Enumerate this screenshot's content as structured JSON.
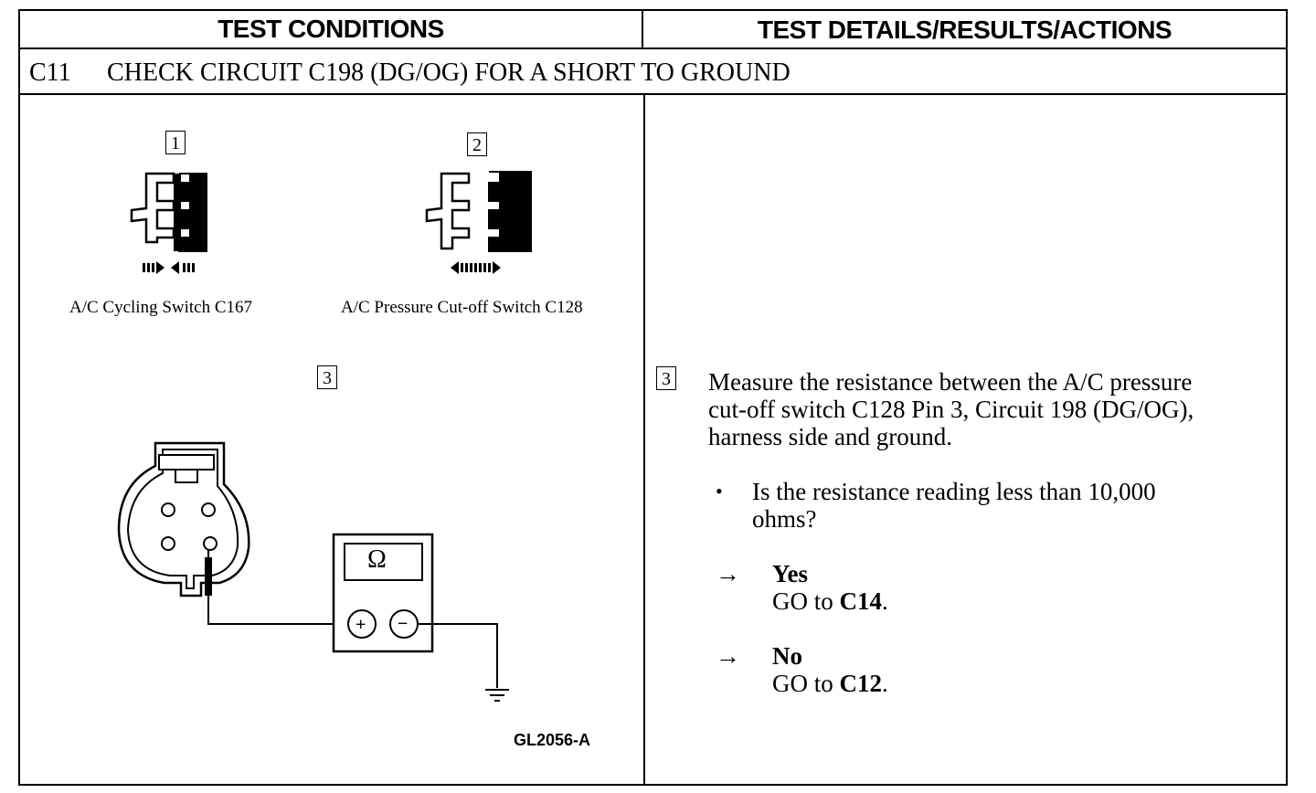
{
  "header": {
    "left": "TEST CONDITIONS",
    "right": "TEST DETAILS/RESULTS/ACTIONS"
  },
  "step": {
    "id": "C11",
    "title": "CHECK CIRCUIT C198 (DG/OG) FOR A SHORT TO GROUND"
  },
  "figures": {
    "fig1_num": "1",
    "fig1_caption": "A/C Cycling Switch C167",
    "fig2_num": "2",
    "fig2_caption": "A/C Pressure Cut-off Switch C128",
    "fig3_num": "3",
    "meter_symbol": "Ω",
    "plus": "+",
    "minus": "−",
    "figure_id": "GL2056-A"
  },
  "details": {
    "step_num": "3",
    "instruction_line1": "Measure the resistance between the A/C pressure",
    "instruction_line2": "cut-off switch C128 Pin 3, Circuit 198 (DG/OG),",
    "instruction_line3": "harness side and ground.",
    "bullet": "•",
    "question_line1": "Is the resistance reading less than 10,000",
    "question_line2": "ohms?",
    "arrow": "→",
    "yes_label": "Yes",
    "yes_action_prefix": "GO to ",
    "yes_action_target": "C14",
    "yes_action_suffix": ".",
    "no_label": "No",
    "no_action_prefix": "GO to ",
    "no_action_target": "C12",
    "no_action_suffix": "."
  }
}
